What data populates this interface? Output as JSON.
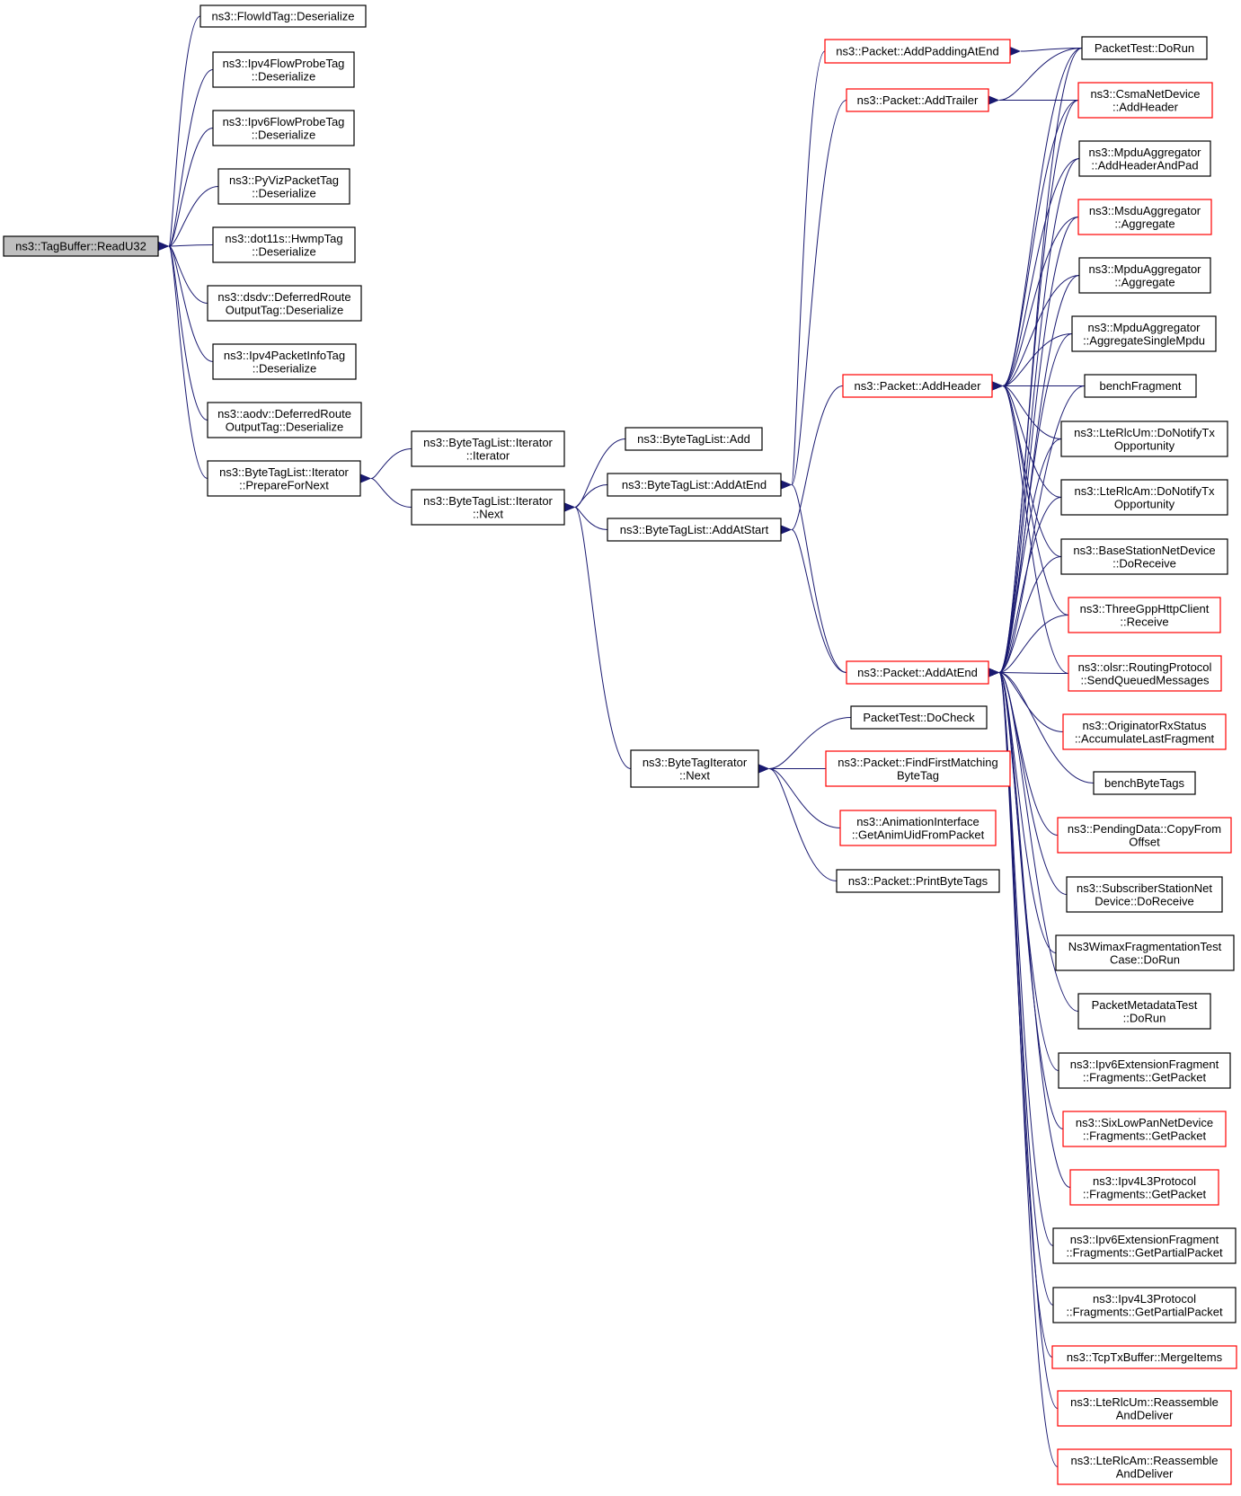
{
  "colors": {
    "edge": "#191970",
    "border_normal": "#000000",
    "border_truncated": "#ff0000",
    "root_fill": "#bfbfbf",
    "node_fill": "#ffffff"
  },
  "nodes": [
    {
      "id": "root",
      "lines": [
        "ns3::TagBuffer::ReadU32"
      ],
      "style": "root"
    },
    {
      "id": "flowid",
      "lines": [
        "ns3::FlowIdTag::Deserialize"
      ],
      "style": "normal"
    },
    {
      "id": "ipv4flow",
      "lines": [
        "ns3::Ipv4FlowProbeTag",
        "::Deserialize"
      ],
      "style": "normal"
    },
    {
      "id": "ipv6flow",
      "lines": [
        "ns3::Ipv6FlowProbeTag",
        "::Deserialize"
      ],
      "style": "normal"
    },
    {
      "id": "pyviz",
      "lines": [
        "ns3::PyVizPacketTag",
        "::Deserialize"
      ],
      "style": "normal"
    },
    {
      "id": "hwmp",
      "lines": [
        "ns3::dot11s::HwmpTag",
        "::Deserialize"
      ],
      "style": "normal"
    },
    {
      "id": "dsdv",
      "lines": [
        "ns3::dsdv::DeferredRoute",
        "OutputTag::Deserialize"
      ],
      "style": "normal"
    },
    {
      "id": "ipv4pkt",
      "lines": [
        "ns3::Ipv4PacketInfoTag",
        "::Deserialize"
      ],
      "style": "normal"
    },
    {
      "id": "aodv",
      "lines": [
        "ns3::aodv::DeferredRoute",
        "OutputTag::Deserialize"
      ],
      "style": "normal"
    },
    {
      "id": "prepare",
      "lines": [
        "ns3::ByteTagList::Iterator",
        "::PrepareForNext"
      ],
      "style": "normal"
    },
    {
      "id": "iterctor",
      "lines": [
        "ns3::ByteTagList::Iterator",
        "::Iterator"
      ],
      "style": "normal"
    },
    {
      "id": "iternext",
      "lines": [
        "ns3::ByteTagList::Iterator",
        "::Next"
      ],
      "style": "normal"
    },
    {
      "id": "btladd",
      "lines": [
        "ns3::ByteTagList::Add"
      ],
      "style": "normal"
    },
    {
      "id": "btlatend",
      "lines": [
        "ns3::ByteTagList::AddAtEnd"
      ],
      "style": "normal"
    },
    {
      "id": "btlatstart",
      "lines": [
        "ns3::ByteTagList::AddAtStart"
      ],
      "style": "normal"
    },
    {
      "id": "btinext",
      "lines": [
        "ns3::ByteTagIterator",
        "::Next"
      ],
      "style": "normal"
    },
    {
      "id": "paddpad",
      "lines": [
        "ns3::Packet::AddPaddingAtEnd"
      ],
      "style": "truncated"
    },
    {
      "id": "paddtrailer",
      "lines": [
        "ns3::Packet::AddTrailer"
      ],
      "style": "truncated"
    },
    {
      "id": "paddheader",
      "lines": [
        "ns3::Packet::AddHeader"
      ],
      "style": "truncated"
    },
    {
      "id": "paddatend",
      "lines": [
        "ns3::Packet::AddAtEnd"
      ],
      "style": "truncated"
    },
    {
      "id": "pdocheck",
      "lines": [
        "PacketTest::DoCheck"
      ],
      "style": "normal"
    },
    {
      "id": "pfindfirst",
      "lines": [
        "ns3::Packet::FindFirstMatching",
        "ByteTag"
      ],
      "style": "truncated"
    },
    {
      "id": "animuid",
      "lines": [
        "ns3::AnimationInterface",
        "::GetAnimUidFromPacket"
      ],
      "style": "truncated"
    },
    {
      "id": "pprint",
      "lines": [
        "ns3::Packet::PrintByteTags"
      ],
      "style": "normal"
    },
    {
      "id": "ptdorun",
      "lines": [
        "PacketTest::DoRun"
      ],
      "style": "normal"
    },
    {
      "id": "csma",
      "lines": [
        "ns3::CsmaNetDevice",
        "::AddHeader"
      ],
      "style": "truncated"
    },
    {
      "id": "mpduhdr",
      "lines": [
        "ns3::MpduAggregator",
        "::AddHeaderAndPad"
      ],
      "style": "normal"
    },
    {
      "id": "msduagg",
      "lines": [
        "ns3::MsduAggregator",
        "::Aggregate"
      ],
      "style": "truncated"
    },
    {
      "id": "mpduagg",
      "lines": [
        "ns3::MpduAggregator",
        "::Aggregate"
      ],
      "style": "normal"
    },
    {
      "id": "mpdusingle",
      "lines": [
        "ns3::MpduAggregator",
        "::AggregateSingleMpdu"
      ],
      "style": "normal"
    },
    {
      "id": "benchfrag",
      "lines": [
        "benchFragment"
      ],
      "style": "normal"
    },
    {
      "id": "rlcum",
      "lines": [
        "ns3::LteRlcUm::DoNotifyTx",
        "Opportunity"
      ],
      "style": "normal"
    },
    {
      "id": "rlcam",
      "lines": [
        "ns3::LteRlcAm::DoNotifyTx",
        "Opportunity"
      ],
      "style": "normal"
    },
    {
      "id": "bsrecv",
      "lines": [
        "ns3::BaseStationNetDevice",
        "::DoReceive"
      ],
      "style": "normal"
    },
    {
      "id": "http",
      "lines": [
        "ns3::ThreeGppHttpClient",
        "::Receive"
      ],
      "style": "truncated"
    },
    {
      "id": "olsr",
      "lines": [
        "ns3::olsr::RoutingProtocol",
        "::SendQueuedMessages"
      ],
      "style": "truncated"
    },
    {
      "id": "origrx",
      "lines": [
        "ns3::OriginatorRxStatus",
        "::AccumulateLastFragment"
      ],
      "style": "truncated"
    },
    {
      "id": "benchbyte",
      "lines": [
        "benchByteTags"
      ],
      "style": "normal"
    },
    {
      "id": "pending",
      "lines": [
        "ns3::PendingData::CopyFrom",
        "Offset"
      ],
      "style": "truncated"
    },
    {
      "id": "ssrecv",
      "lines": [
        "ns3::SubscriberStationNet",
        "Device::DoReceive"
      ],
      "style": "normal"
    },
    {
      "id": "wimaxfrag",
      "lines": [
        "Ns3WimaxFragmentationTest",
        "Case::DoRun"
      ],
      "style": "normal"
    },
    {
      "id": "pmeta",
      "lines": [
        "PacketMetadataTest",
        "::DoRun"
      ],
      "style": "normal"
    },
    {
      "id": "ipv6fragget",
      "lines": [
        "ns3::Ipv6ExtensionFragment",
        "::Fragments::GetPacket"
      ],
      "style": "normal"
    },
    {
      "id": "sixlow",
      "lines": [
        "ns3::SixLowPanNetDevice",
        "::Fragments::GetPacket"
      ],
      "style": "truncated"
    },
    {
      "id": "ipv4l3get",
      "lines": [
        "ns3::Ipv4L3Protocol",
        "::Fragments::GetPacket"
      ],
      "style": "truncated"
    },
    {
      "id": "ipv6partial",
      "lines": [
        "ns3::Ipv6ExtensionFragment",
        "::Fragments::GetPartialPacket"
      ],
      "style": "normal"
    },
    {
      "id": "ipv4partial",
      "lines": [
        "ns3::Ipv4L3Protocol",
        "::Fragments::GetPartialPacket"
      ],
      "style": "normal"
    },
    {
      "id": "tcpmerge",
      "lines": [
        "ns3::TcpTxBuffer::MergeItems"
      ],
      "style": "truncated"
    },
    {
      "id": "rlcumreasm",
      "lines": [
        "ns3::LteRlcUm::Reassemble",
        "AndDeliver"
      ],
      "style": "truncated"
    },
    {
      "id": "rlcamreasm",
      "lines": [
        "ns3::LteRlcAm::Reassemble",
        "AndDeliver"
      ],
      "style": "truncated"
    }
  ],
  "edges": [
    [
      "flowid",
      "root"
    ],
    [
      "ipv4flow",
      "root"
    ],
    [
      "ipv6flow",
      "root"
    ],
    [
      "pyviz",
      "root"
    ],
    [
      "hwmp",
      "root"
    ],
    [
      "dsdv",
      "root"
    ],
    [
      "ipv4pkt",
      "root"
    ],
    [
      "aodv",
      "root"
    ],
    [
      "prepare",
      "root"
    ],
    [
      "iterctor",
      "prepare"
    ],
    [
      "iternext",
      "prepare"
    ],
    [
      "btladd",
      "iternext"
    ],
    [
      "btlatend",
      "iternext"
    ],
    [
      "btlatstart",
      "iternext"
    ],
    [
      "btinext",
      "iternext"
    ],
    [
      "paddpad",
      "btlatend"
    ],
    [
      "paddtrailer",
      "btlatend"
    ],
    [
      "paddatend",
      "btlatend"
    ],
    [
      "paddheader",
      "btlatstart"
    ],
    [
      "paddatend",
      "btlatstart"
    ],
    [
      "pdocheck",
      "btinext"
    ],
    [
      "pfindfirst",
      "btinext"
    ],
    [
      "animuid",
      "btinext"
    ],
    [
      "pprint",
      "btinext"
    ],
    [
      "ptdorun",
      "paddpad"
    ],
    [
      "ptdorun",
      "paddtrailer"
    ],
    [
      "csma",
      "paddtrailer"
    ],
    [
      "ptdorun",
      "paddheader"
    ],
    [
      "csma",
      "paddheader"
    ],
    [
      "mpduhdr",
      "paddheader"
    ],
    [
      "msduagg",
      "paddheader"
    ],
    [
      "mpduagg",
      "paddheader"
    ],
    [
      "mpdusingle",
      "paddheader"
    ],
    [
      "benchfrag",
      "paddheader"
    ],
    [
      "rlcum",
      "paddheader"
    ],
    [
      "rlcam",
      "paddheader"
    ],
    [
      "bsrecv",
      "paddheader"
    ],
    [
      "http",
      "paddheader"
    ],
    [
      "olsr",
      "paddheader"
    ],
    [
      "ptdorun",
      "paddatend"
    ],
    [
      "csma",
      "paddatend"
    ],
    [
      "mpduhdr",
      "paddatend"
    ],
    [
      "msduagg",
      "paddatend"
    ],
    [
      "mpduagg",
      "paddatend"
    ],
    [
      "mpdusingle",
      "paddatend"
    ],
    [
      "benchfrag",
      "paddatend"
    ],
    [
      "rlcum",
      "paddatend"
    ],
    [
      "rlcam",
      "paddatend"
    ],
    [
      "bsrecv",
      "paddatend"
    ],
    [
      "http",
      "paddatend"
    ],
    [
      "olsr",
      "paddatend"
    ],
    [
      "origrx",
      "paddatend"
    ],
    [
      "benchbyte",
      "paddatend"
    ],
    [
      "pending",
      "paddatend"
    ],
    [
      "ssrecv",
      "paddatend"
    ],
    [
      "wimaxfrag",
      "paddatend"
    ],
    [
      "pmeta",
      "paddatend"
    ],
    [
      "ipv6fragget",
      "paddatend"
    ],
    [
      "sixlow",
      "paddatend"
    ],
    [
      "ipv4l3get",
      "paddatend"
    ],
    [
      "ipv6partial",
      "paddatend"
    ],
    [
      "ipv4partial",
      "paddatend"
    ],
    [
      "tcpmerge",
      "paddatend"
    ],
    [
      "rlcumreasm",
      "paddatend"
    ],
    [
      "rlcamreasm",
      "paddatend"
    ]
  ]
}
